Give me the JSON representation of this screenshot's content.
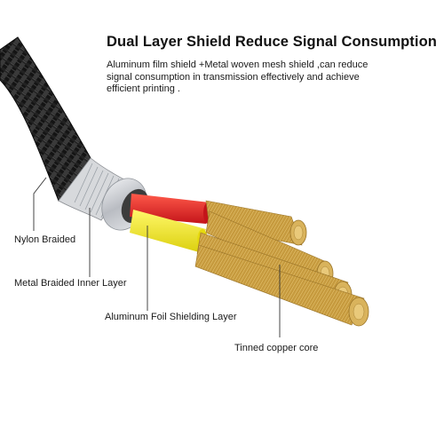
{
  "header": {
    "title": "Dual Layer Shield Reduce Signal Consumption",
    "description_lines": [
      "Aluminum film shield +Metal woven mesh shield ,can reduce",
      "signal consumption in transmission effectively and achieve",
      "efficient printing ."
    ]
  },
  "labels": {
    "nylon": "Nylon Braided",
    "metal": "Metal Braided Inner Layer",
    "foil": "Aluminum Foil Shielding Layer",
    "copper": "Tinned copper core"
  },
  "colors": {
    "braid": "#1a1a1a",
    "foil": "#c9ccd1",
    "red_insulation": "#e8262a",
    "yellow_insulation": "#f5ef1c",
    "copper": "#c9a24a",
    "leader_line": "#333333"
  }
}
